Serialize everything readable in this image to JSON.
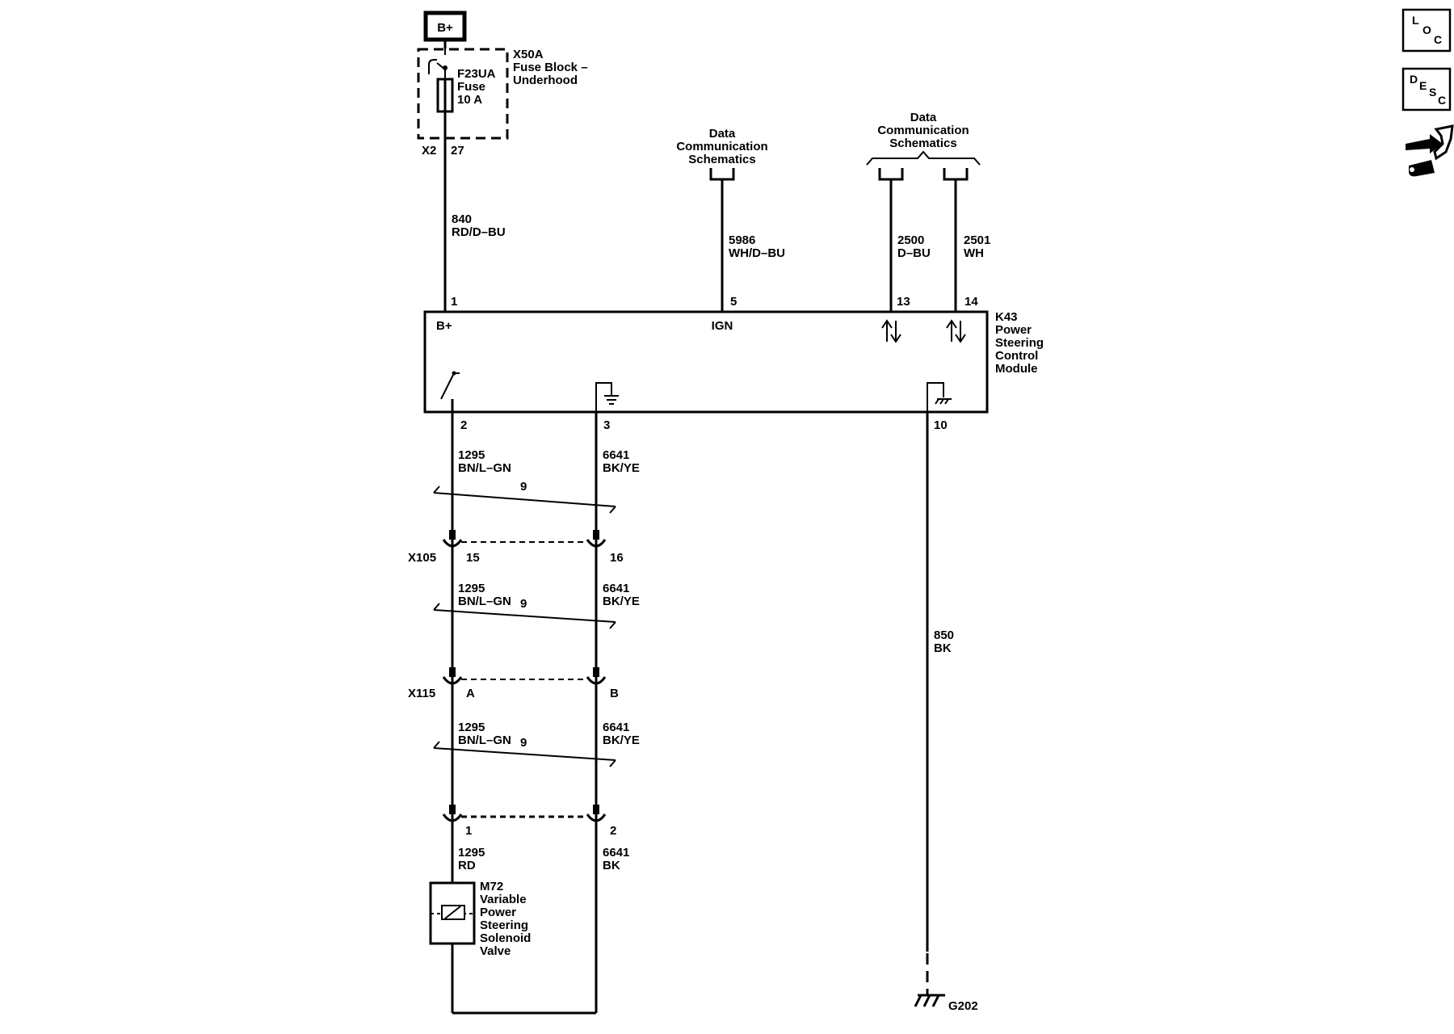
{
  "power": {
    "label": "B+"
  },
  "fuse_block": {
    "id": "X50A",
    "name_line1": "Fuse Block –",
    "name_line2": "Underhood",
    "fuse_id": "F23UA",
    "fuse_word": "Fuse",
    "fuse_rating": "10 A",
    "connector": "X2",
    "pin": "27"
  },
  "wires_top": {
    "w840": {
      "circuit": "840",
      "color": "RD/D–BU"
    },
    "w5986": {
      "circuit": "5986",
      "color": "WH/D–BU"
    },
    "w2500": {
      "circuit": "2500",
      "color": "D–BU"
    },
    "w2501": {
      "circuit": "2501",
      "color": "WH"
    }
  },
  "data_comm": {
    "single": [
      "Data",
      "Communication",
      "Schematics"
    ],
    "pair": [
      "Data",
      "Communication",
      "Schematics"
    ]
  },
  "module": {
    "id": "K43",
    "name": [
      "Power",
      "Steering",
      "Control",
      "Module"
    ],
    "pins_top": {
      "p1": "1",
      "p5": "5",
      "p13": "13",
      "p14": "14"
    },
    "pin_labels": {
      "bplus": "B+",
      "ign": "IGN"
    },
    "pins_bottom": {
      "p2": "2",
      "p3": "3",
      "p10": "10"
    }
  },
  "harness": {
    "seg1": {
      "left_circuit": "1295",
      "left_color": "BN/L–GN",
      "right_circuit": "6641",
      "right_color": "BK/YE",
      "twist": "9"
    },
    "x105": {
      "id": "X105",
      "left_pin": "15",
      "right_pin": "16"
    },
    "seg2": {
      "left_circuit": "1295",
      "left_color": "BN/L–GN",
      "right_circuit": "6641",
      "right_color": "BK/YE",
      "twist": "9"
    },
    "x115": {
      "id": "X115",
      "left_pin": "A",
      "right_pin": "B"
    },
    "seg3": {
      "left_circuit": "1295",
      "left_color": "BN/L–GN",
      "right_circuit": "6641",
      "right_color": "BK/YE",
      "twist": "9"
    },
    "valve_conn": {
      "left_pin": "1",
      "right_pin": "2"
    },
    "seg4": {
      "left_circuit": "1295",
      "left_color": "RD",
      "right_circuit": "6641",
      "right_color": "BK"
    }
  },
  "ground_wire": {
    "circuit": "850",
    "color": "BK",
    "ground_id": "G202"
  },
  "valve": {
    "id": "M72",
    "name": [
      "Variable",
      "Power",
      "Steering",
      "Solenoid",
      "Valve"
    ]
  },
  "nav": {
    "loc": {
      "l1": "L",
      "l2": "O",
      "l3": "C"
    },
    "desc": {
      "l1": "D",
      "l2": "E",
      "l3": "S",
      "l4": "C"
    },
    "icon": "connector-repair-icon"
  }
}
